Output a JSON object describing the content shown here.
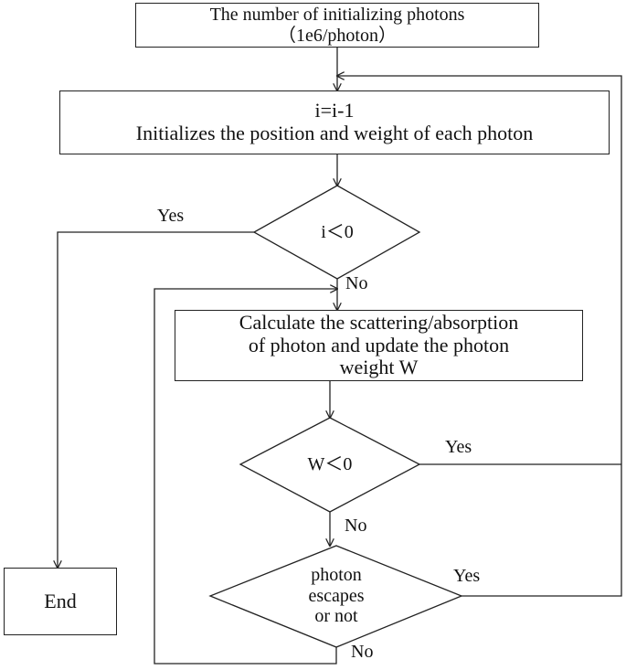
{
  "flowchart": {
    "init_box": {
      "line1": "The number of initializing photons",
      "line2": "（1e6/photon）"
    },
    "loop_box": {
      "line1": "i=i-1",
      "line2": "Initializes the position and weight of each photon"
    },
    "decision_i": {
      "label": "i＜0"
    },
    "calc_box": {
      "line1": "Calculate the scattering/absorption",
      "line2": "of photon and update the photon",
      "line3": "weight W"
    },
    "decision_w": {
      "label": "W＜0"
    },
    "decision_escape": {
      "line1": "photon",
      "line2": "escapes",
      "line3": "or not"
    },
    "end_box": {
      "label": "End"
    },
    "edge_labels": {
      "i_yes": "Yes",
      "i_no": "No",
      "w_yes": "Yes",
      "w_no": "No",
      "escape_yes": "Yes",
      "escape_no": "No"
    }
  }
}
